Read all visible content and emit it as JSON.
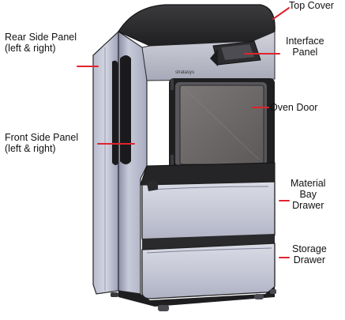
{
  "labels": {
    "top_cover": "Top Cover",
    "interface_panel": [
      "Interface",
      "Panel"
    ],
    "rear_side_panel": [
      "Rear Side Panel",
      "(left & right)"
    ],
    "oven_door": "Oven Door",
    "front_side_panel": [
      "Front Side Panel",
      "(left & right)"
    ],
    "material_bay_drawer": [
      "Material",
      "Bay",
      "Drawer"
    ],
    "storage_drawer": [
      "Storage",
      "Drawer"
    ]
  },
  "brand_mark": "stratasys",
  "colors": {
    "leader_line": "#e0242c",
    "panel_light": "#c9cbd9",
    "panel_dark": "#3a3a3e",
    "body_black": "#1e1e20",
    "window": "#6e6a6a",
    "top_cover": "#2b2b2d"
  }
}
